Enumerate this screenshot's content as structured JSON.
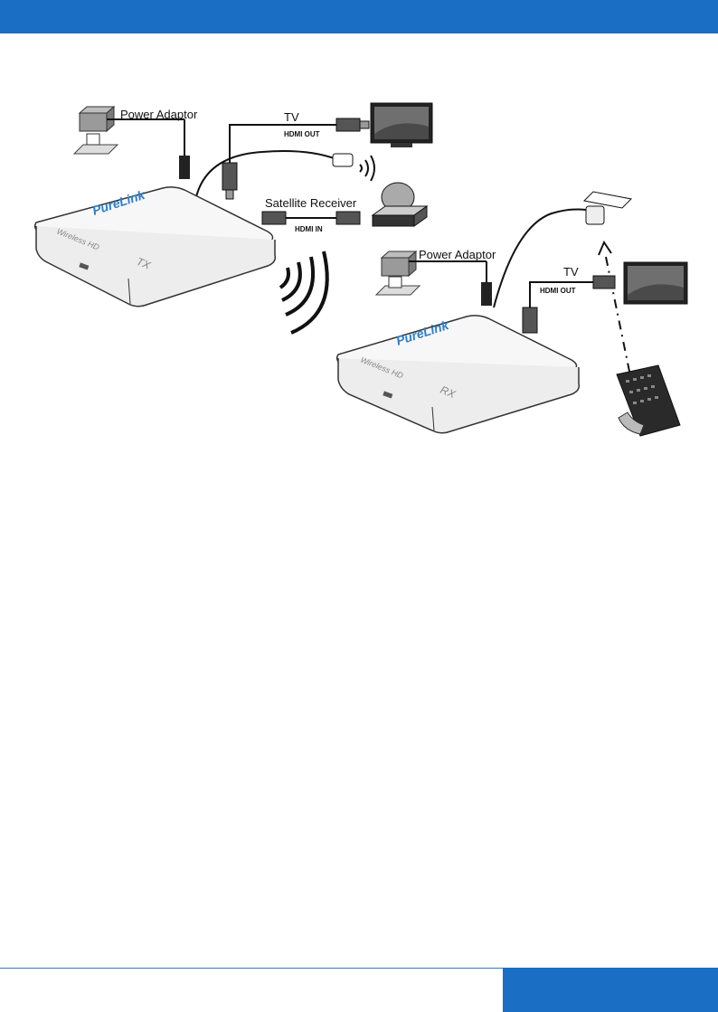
{
  "header": {
    "color": "#1a6ec3"
  },
  "footer": {
    "color": "#1a6ec3"
  },
  "diagram": {
    "tx": {
      "power_label": "Power Adaptor",
      "tv_label": "TV",
      "hdmi_out_label": "HDMI OUT",
      "satellite_label": "Satellite Receiver",
      "hdmi_in_label": "HDMI IN",
      "brand": "PureLink",
      "model": "Wireless HD",
      "unit_label": "TX"
    },
    "rx": {
      "power_label": "Power Adaptor",
      "tv_label": "TV",
      "hdmi_out_label": "HDMI OUT",
      "brand": "PureLink",
      "model": "Wireless HD",
      "unit_label": "RX"
    }
  }
}
